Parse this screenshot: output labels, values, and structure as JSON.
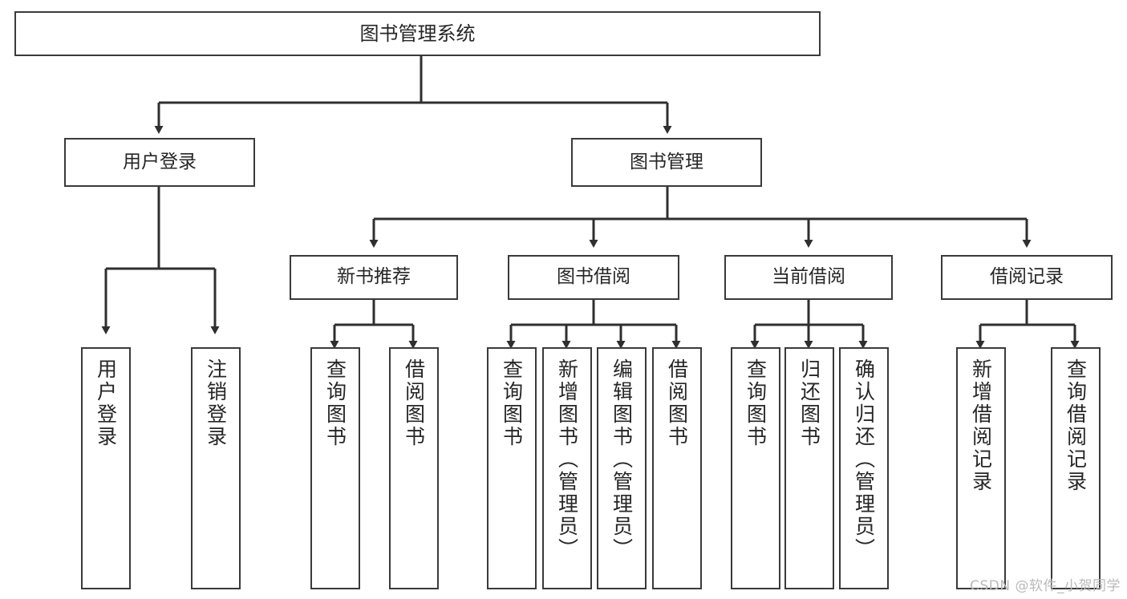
{
  "diagram": {
    "title": "图书管理系统",
    "type": "tree-hierarchy",
    "background_color": "#ffffff",
    "node_border_color": "#3a3a3a",
    "text_color": "#262626",
    "watermark": "CSDN @软件_小贺同学"
  },
  "nodes": {
    "root": {
      "label": "图书管理系统"
    },
    "level1": [
      {
        "id": "user-login",
        "label": "用户登录"
      },
      {
        "id": "book-manage",
        "label": "图书管理"
      }
    ],
    "level2": [
      {
        "id": "new-book-rec",
        "label": "新书推荐"
      },
      {
        "id": "book-borrow",
        "label": "图书借阅"
      },
      {
        "id": "current-borrow",
        "label": "当前借阅"
      },
      {
        "id": "borrow-record",
        "label": "借阅记录"
      }
    ],
    "leaves": {
      "user_login": [
        {
          "id": "leaf-user-login",
          "label": "用户登录"
        },
        {
          "id": "leaf-logout",
          "label": "注销登录"
        }
      ],
      "new_book_rec": [
        {
          "id": "leaf-query-book-1",
          "label": "查询图书"
        },
        {
          "id": "leaf-borrow-book-1",
          "label": "借阅图书"
        }
      ],
      "book_borrow": [
        {
          "id": "leaf-query-book-2",
          "label": "查询图书"
        },
        {
          "id": "leaf-add-book",
          "label": "新增图书（管理员）"
        },
        {
          "id": "leaf-edit-book",
          "label": "编辑图书（管理员）"
        },
        {
          "id": "leaf-borrow-book-2",
          "label": "借阅图书"
        }
      ],
      "current_borrow": [
        {
          "id": "leaf-query-book-3",
          "label": "查询图书"
        },
        {
          "id": "leaf-return-book",
          "label": "归还图书"
        },
        {
          "id": "leaf-confirm-return",
          "label": "确认归还（管理员）"
        }
      ],
      "borrow_record": [
        {
          "id": "leaf-add-record",
          "label": "新增借阅记录"
        },
        {
          "id": "leaf-query-record",
          "label": "查询借阅记录"
        }
      ]
    }
  }
}
